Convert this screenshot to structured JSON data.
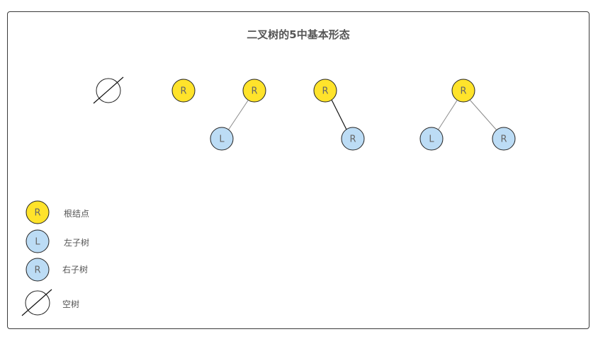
{
  "diagram": {
    "title": "二叉树的5中基本形态",
    "colors": {
      "root_fill": "#FFE32B",
      "child_fill": "#BCDCF5",
      "node_stroke": "#222222",
      "edge_gray": "#8a8a8a",
      "edge_black": "#111111"
    },
    "node_labels": {
      "root": "R",
      "left": "L",
      "right": "R"
    },
    "legend": {
      "root": "根结点",
      "left_subtree": "左子树",
      "right_subtree": "右子树",
      "empty_tree": "空树"
    }
  }
}
